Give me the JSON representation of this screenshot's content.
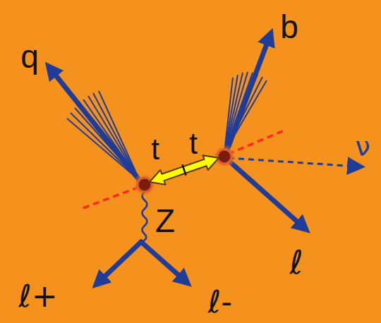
{
  "diagram": {
    "labels": [
      "b",
      "q",
      "t",
      "t",
      "ν",
      "Z",
      "ℓ",
      "ℓ+",
      "ℓ-"
    ]
  }
}
